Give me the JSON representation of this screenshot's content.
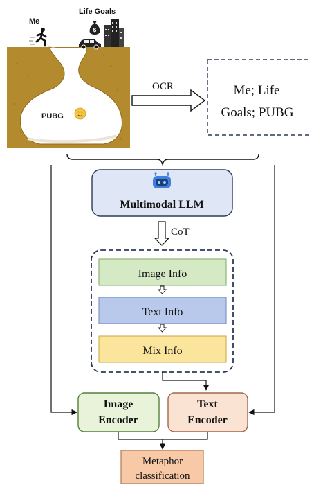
{
  "meme": {
    "label_me": "Me",
    "label_life_goals": "Life Goals",
    "label_pubg": "PUBG",
    "colors": {
      "dirt": "#b48a2e",
      "dirt_edge": "#8f6a1c",
      "hole": "#ffffff",
      "sky": "#ffffff"
    },
    "icons": [
      "running-person-icon",
      "money-bag-icon",
      "car-icon",
      "building-icon",
      "drooling-face-icon"
    ]
  },
  "ocr": {
    "arrow_label": "OCR",
    "result_text_line1": "Me; Life",
    "result_text_line2": "Goals; PUBG"
  },
  "llm": {
    "label": "Multimodal LLM",
    "icon": "robot-icon",
    "colors": {
      "fill": "#dfe7f7",
      "stroke": "#2e3b55",
      "robot": "#3f7fe0"
    }
  },
  "cot": {
    "arrow_label": "CoT",
    "items": [
      {
        "label": "Image Info",
        "fill": "#d5e9c5",
        "stroke": "#7aa85d"
      },
      {
        "label": "Text Info",
        "fill": "#b9c9ec",
        "stroke": "#6f86bf"
      },
      {
        "label": "Mix Info",
        "fill": "#fbe59c",
        "stroke": "#c9a63a"
      }
    ],
    "border_color": "#2b3a5a"
  },
  "encoders": {
    "image": {
      "line1": "Image",
      "line2": "Encoder",
      "fill": "#e8f3da",
      "stroke": "#567f3a"
    },
    "text": {
      "line1": "Text",
      "line2": "Encoder",
      "fill": "#fbe3d4",
      "stroke": "#a2674a"
    }
  },
  "output": {
    "line1": "Metaphor",
    "line2": "classification",
    "fill": "#f8c9a7",
    "stroke": "#b07a55"
  }
}
